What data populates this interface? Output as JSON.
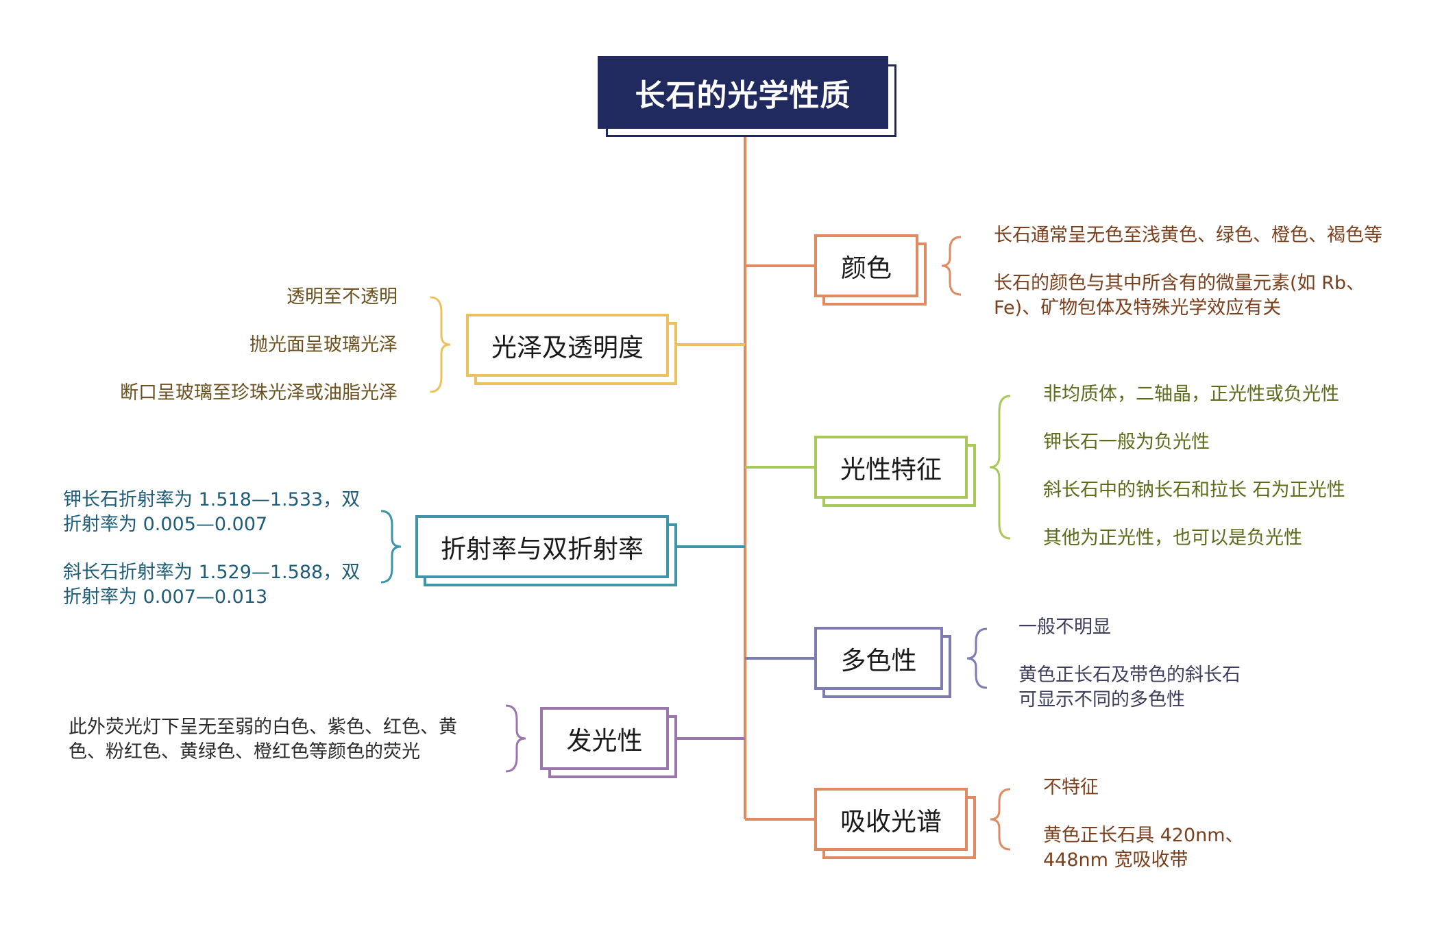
{
  "title": "长石的光学性质",
  "colors": {
    "navy": "#202a5e",
    "orange": "#e08a62",
    "gold": "#edc25e",
    "teal": "#3e94a8",
    "purple": "#9a76ad",
    "green": "#a9c85a",
    "slate": "#7c7bb2",
    "trunk": "#e08a62"
  },
  "branches": {
    "color": {
      "label": "颜色",
      "items": [
        "长石通常呈无色至浅黄色、绿色、橙色、褐色等",
        "长石的颜色与其中所含有的微量元素(如 Rb、",
        "Fe)、矿物包体及特殊光学效应有关"
      ]
    },
    "luster": {
      "label": "光泽及透明度",
      "items": [
        "透明至不透明",
        "抛光面呈玻璃光泽",
        "断口呈玻璃至珍珠光泽或油脂光泽"
      ]
    },
    "optic": {
      "label": "光性特征",
      "items": [
        "非均质体，二轴晶，正光性或负光性",
        "钾长石一般为负光性",
        "斜长石中的钠长石和拉长 石为正光性",
        "其他为正光性，也可以是负光性"
      ]
    },
    "refraction": {
      "label": "折射率与双折射率",
      "items": [
        "钾长石折射率为 1.518—1.533，双",
        "折射率为 0.005—0.007",
        "斜长石折射率为 1.529—1.588，双",
        "折射率为 0.007—0.013"
      ]
    },
    "pleochroism": {
      "label": "多色性",
      "items": [
        "一般不明显",
        "黄色正长石及带色的斜长石",
        "可显示不同的多色性"
      ]
    },
    "luminescence": {
      "label": "发光性",
      "items": [
        "此外荧光灯下呈无至弱的白色、紫色、红色、黄",
        "色、粉红色、黄绿色、橙红色等颜色的荧光"
      ]
    },
    "absorption": {
      "label": "吸收光谱",
      "items": [
        "不特征",
        "黄色正长石具 420nm、",
        "448nm 宽吸收带"
      ]
    }
  }
}
